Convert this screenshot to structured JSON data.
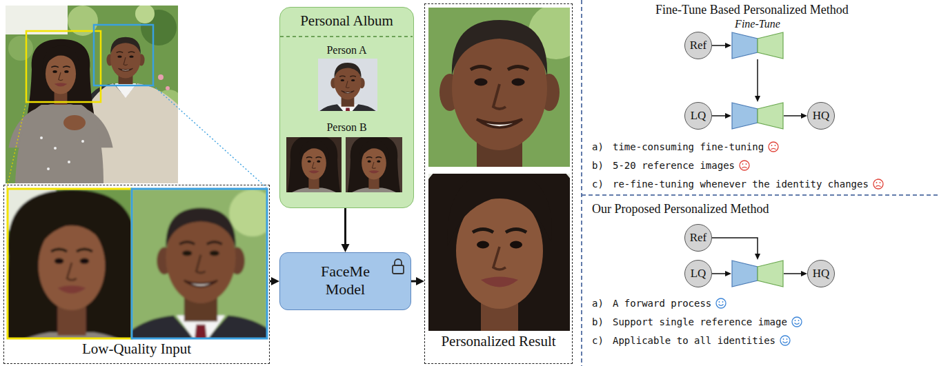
{
  "diagram": {
    "nodes": [
      {
        "text": [
          "Low-Quality Input"
        ]
      },
      {
        "text": [
          "Personal Album",
          "Person A",
          "Person B"
        ]
      },
      {
        "text": [
          "FaceMe Model"
        ]
      },
      {
        "text": [
          "Personalized Result"
        ]
      },
      {
        "text": [
          "Ref"
        ]
      },
      {
        "text": [
          "Fine-Tune"
        ]
      },
      {
        "text": [
          "LQ"
        ]
      },
      {
        "text": []
      },
      {
        "text": [
          "HQ"
        ]
      },
      {
        "text": [
          "Ref"
        ]
      },
      {
        "text": [
          "LQ"
        ]
      },
      {
        "text": []
      },
      {
        "text": [
          "HQ"
        ]
      }
    ],
    "edges": [
      {
        "from": 0,
        "to": 2,
        "arrow": "to"
      },
      {
        "from": 1,
        "to": 2,
        "arrow": "to"
      },
      {
        "from": 2,
        "to": 3,
        "arrow": "to"
      },
      {
        "from": 4,
        "to": 5,
        "arrow": "to"
      },
      {
        "from": 5,
        "to": 7,
        "arrow": "to"
      },
      {
        "from": 6,
        "to": 7,
        "arrow": "to"
      },
      {
        "from": 7,
        "to": 8,
        "arrow": "to"
      },
      {
        "from": 9,
        "to": 11,
        "arrow": "to"
      },
      {
        "from": 10,
        "to": 11,
        "arrow": "to"
      },
      {
        "from": 11,
        "to": 12,
        "arrow": "to"
      }
    ],
    "labels": [
      "Fine-Tune Based Personalized Method",
      "a)",
      "time-consuming fine-tuning",
      "b)",
      "5-20 reference images",
      "c)",
      "re-fine-tuning whenever the identity changes",
      "Our Proposed Personalized Method",
      "a)",
      "A forward process",
      "b)",
      "Support single reference image",
      "c)",
      "Applicable to all identities"
    ]
  }
}
